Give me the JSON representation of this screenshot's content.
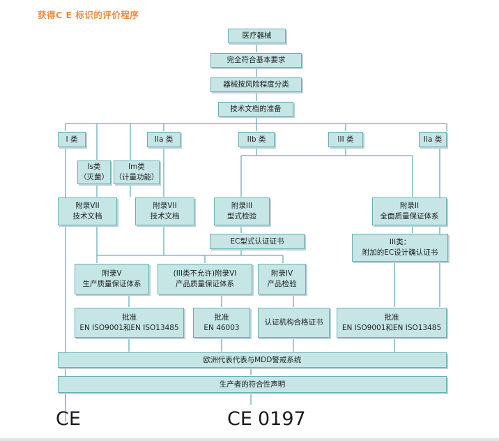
{
  "title": "获得C E 标识的评价程序",
  "colors": {
    "box_fill": "#c6e6e6",
    "box_border": "#6aaeb6",
    "title": "#ef8a3e"
  },
  "boxes": {
    "medical_device": "医疗器械",
    "essential_requirements": "完全符合基本要求",
    "risk_classification": "器械按风险程度分类",
    "tech_docs_prep": "技术文档的准备",
    "class_i": "I 类",
    "class_iia_left": "IIa 类",
    "class_iib": "IIb 类",
    "class_iii": "III 类",
    "class_iia_right": "IIa 类",
    "is_class": {
      "line1": "Is类",
      "line2": "（灭菌）"
    },
    "im_class": {
      "line1": "Im类",
      "line2": "（计量功能）"
    },
    "annex_vii_a": {
      "line1": "附录VII",
      "line2": "技术文档"
    },
    "annex_vii_b": {
      "line1": "附录VII",
      "line2": "技术文档"
    },
    "annex_iii": {
      "line1": "附录III",
      "line2": "型式检验"
    },
    "annex_ii": {
      "line1": "附录II",
      "line2": "全面质量保证体系"
    },
    "ec_type_cert": "EC型式认证证书",
    "class_iii_design": {
      "line1": "III类：",
      "line2": "附加的EC设计确认证书"
    },
    "annex_v": {
      "line1": "附录V",
      "line2": "生产质量保证体系"
    },
    "annex_vi": {
      "line1": "(III类不允许)附录VI",
      "line2": "产品质量保证体系"
    },
    "annex_iv": {
      "line1": "附录IV",
      "line2": "产品检验"
    },
    "approval_left": {
      "line1": "批准",
      "line2": "EN ISO9001和EN ISO13485"
    },
    "approval_mid": {
      "line1": "批准",
      "line2": "EN 46003"
    },
    "nb_cert": "认证机构合格证书",
    "approval_right": {
      "line1": "批准",
      "line2": "EN ISO9001和EN ISO13485"
    },
    "eu_rep": "欧洲代表代表与MDD警戒系统",
    "declaration": "生产者的符合性声明"
  },
  "marks": {
    "ce_left": "CE",
    "ce_right": "CE",
    "nb_number": "0197"
  }
}
